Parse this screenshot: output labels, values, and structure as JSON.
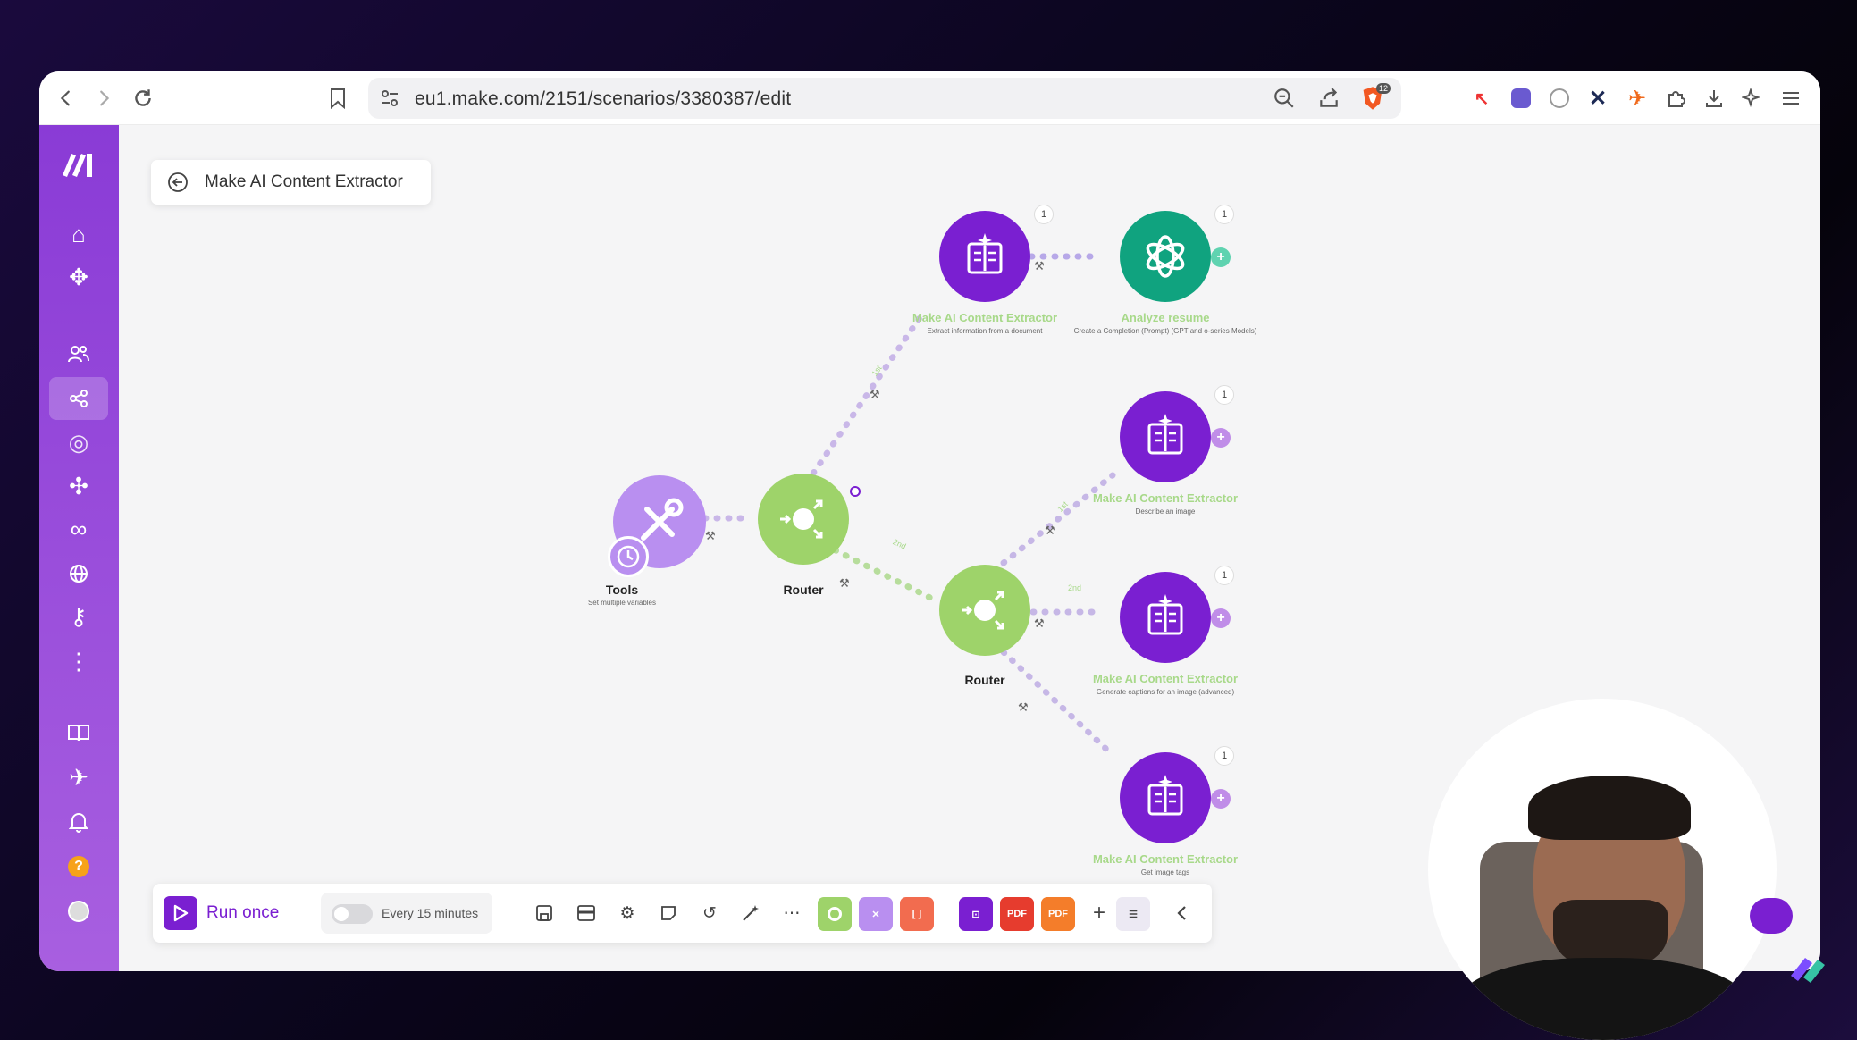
{
  "browser": {
    "url": "eu1.make.com/2151/scenarios/3380387/edit",
    "shield_count": "12"
  },
  "scenario": {
    "title": "Make AI Content Extractor"
  },
  "nodes": {
    "tools": {
      "label": "Tools",
      "sub": "Set multiple variables"
    },
    "router1": {
      "label": "Router"
    },
    "router2": {
      "label": "Router"
    },
    "extractor_doc": {
      "label": "Make AI Content Extractor",
      "sub": "Extract information from a document",
      "count": "1"
    },
    "analyze": {
      "label": "Analyze resume",
      "sub": "Create a Completion (Prompt) (GPT and o-series Models)",
      "count": "1"
    },
    "extractor_img": {
      "label": "Make AI Content Extractor",
      "sub": "Describe an image",
      "count": "1"
    },
    "extractor_cap": {
      "label": "Make AI Content Extractor",
      "sub": "Generate captions for an image (advanced)",
      "count": "1"
    },
    "extractor_tags": {
      "label": "Make AI Content Extractor",
      "sub": "Get image tags",
      "count": "1"
    }
  },
  "route_labels": {
    "r1_first": "1st",
    "r1_second": "2nd",
    "r2_first": "1st",
    "r2_second": "2nd"
  },
  "toolbar": {
    "run_label": "Run once",
    "schedule_label": "Every 15 minutes",
    "pdf1": "PDF",
    "pdf2": "PDF"
  },
  "colors": {
    "sidebar": "#8a3bd6",
    "router": "#9ed36a",
    "extractor": "#7a1fd1",
    "openai": "#10a37f",
    "tools": "#b98ff0"
  }
}
